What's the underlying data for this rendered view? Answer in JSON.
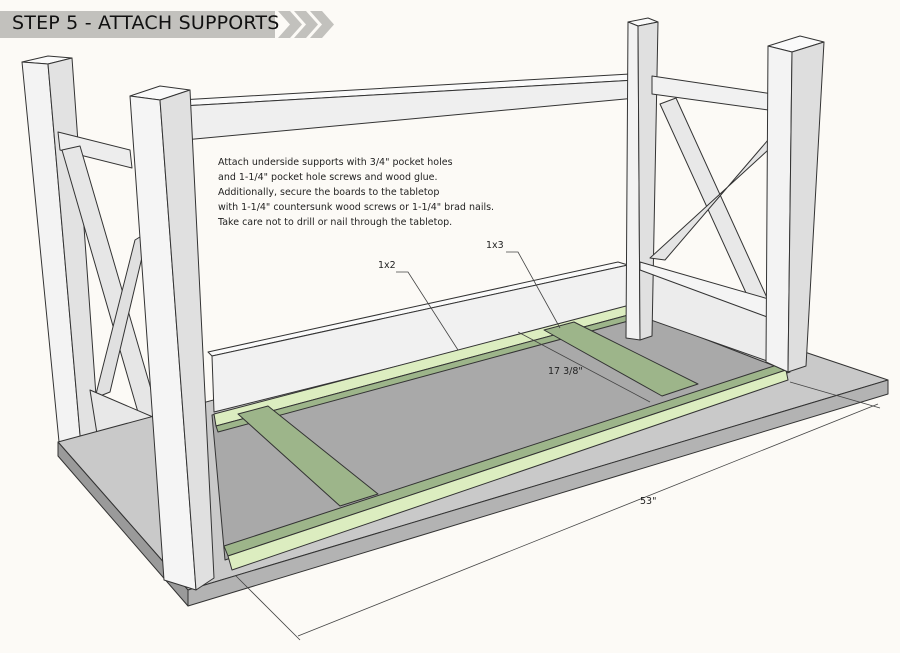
{
  "header": {
    "title": "STEP 5 - ATTACH SUPPORTS"
  },
  "instructions": [
    "Attach underside supports with 3/4\" pocket holes",
    "and 1-1/4\" pocket hole screws and wood glue.",
    "Additionally, secure the boards to the tabletop",
    "with 1-1/4\" countersunk wood screws or 1-1/4\" brad nails.",
    "Take care not to drill or nail through the tabletop."
  ],
  "labels": {
    "board_1x2": "1x2",
    "board_1x3": "1x3",
    "width_dim": "17 3/8\"",
    "length_dim": "53\""
  },
  "colors": {
    "banner": "#c2c1bd",
    "support_green": "#9db58a",
    "support_light": "#dcedc0",
    "floor_gray": "#a9a9a9",
    "wood_white": "#f4f4f4"
  }
}
